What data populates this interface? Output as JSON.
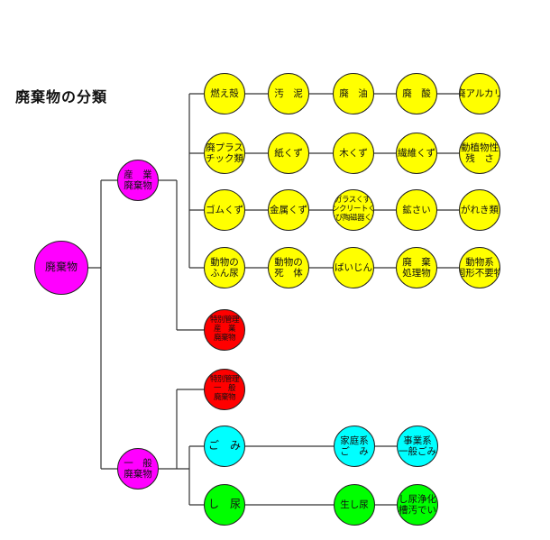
{
  "title": "廃棄物の分類",
  "colors": {
    "magenta": "#ff00ff",
    "yellow": "#ffff00",
    "red": "#ff0000",
    "cyan": "#00ffff",
    "green": "#00ff00",
    "line": "#333333"
  },
  "nodes": {
    "root": [
      "廃棄物"
    ],
    "industrial": [
      "産　業",
      "廃棄物"
    ],
    "general": [
      "一　般",
      "廃棄物"
    ],
    "special_industrial": [
      "特別管理",
      "産　業",
      "廃棄物"
    ],
    "special_general": [
      "特別管理",
      "一　般",
      "廃棄物"
    ],
    "gomi": [
      "ご　み"
    ],
    "shinyo": [
      "し　尿"
    ],
    "household": [
      "家庭系",
      "ご　み"
    ],
    "business": [
      "事業系",
      "一般ごみ"
    ],
    "raw_shinyo": [
      "生し尿"
    ],
    "septic_sludge": [
      "し尿浄化",
      "槽汚でい"
    ],
    "industrial_items": [
      [
        "燃え殻"
      ],
      [
        "汚　泥"
      ],
      [
        "廃　油"
      ],
      [
        "廃　酸"
      ],
      [
        "廃アルカリ"
      ],
      [
        "廃プラス",
        "チック類"
      ],
      [
        "紙くず"
      ],
      [
        "木くず"
      ],
      [
        "繊維くず"
      ],
      [
        "動植物性",
        "残　さ"
      ],
      [
        "ゴムくず"
      ],
      [
        "金属くず"
      ],
      [
        "ガラスくず,",
        "コンクリートくず",
        "及び陶磁器くず"
      ],
      [
        "鉱さい"
      ],
      [
        "がれき類"
      ],
      [
        "動物の",
        "ふん尿"
      ],
      [
        "動物の",
        "死　体"
      ],
      [
        "ばいじん"
      ],
      [
        "廃　棄",
        "処理物"
      ],
      [
        "動物系",
        "固形不要物"
      ]
    ]
  }
}
